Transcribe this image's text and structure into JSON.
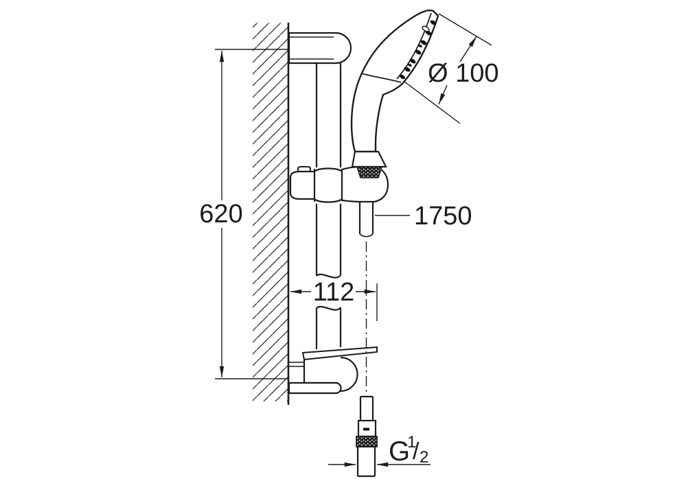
{
  "drawing": {
    "background": "#ffffff",
    "line_color": "#1c1c1c",
    "dimensions": {
      "rail_length": "620",
      "wall_offset": "112",
      "hose_length": "1750",
      "head_diameter": "Ø 100",
      "thread": {
        "prefix": "G",
        "numerator": "1",
        "slash": "/",
        "denominator": "2"
      }
    }
  }
}
